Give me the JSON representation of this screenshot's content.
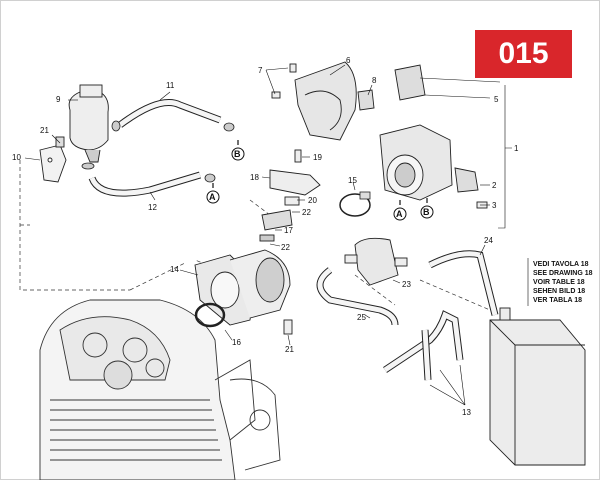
{
  "badge": {
    "text": "015",
    "color": "#d9262b"
  },
  "callouts": {
    "n1": "1",
    "n2": "2",
    "n3": "3",
    "n5": "5",
    "n6": "6",
    "n7": "7",
    "n8": "8",
    "n9": "9",
    "n10": "10",
    "n11": "11",
    "n12": "12",
    "n13": "13",
    "n14": "14",
    "n15": "15",
    "n16": "16",
    "n17": "17",
    "n18": "18",
    "n19": "19",
    "n20": "20",
    "n21a": "21",
    "n21b": "21",
    "n22a": "22",
    "n22b": "22",
    "n23": "23",
    "n24": "24",
    "n25": "25"
  },
  "markers": {
    "a1": "A",
    "a2": "A",
    "b1": "B",
    "b2": "B"
  },
  "note": {
    "lines": [
      "VEDI TAVOLA 18",
      "SEE DRAWING 18",
      "VOIR TABLE 18",
      "SEHEN BILD 18",
      "VER TABLA 18"
    ]
  }
}
